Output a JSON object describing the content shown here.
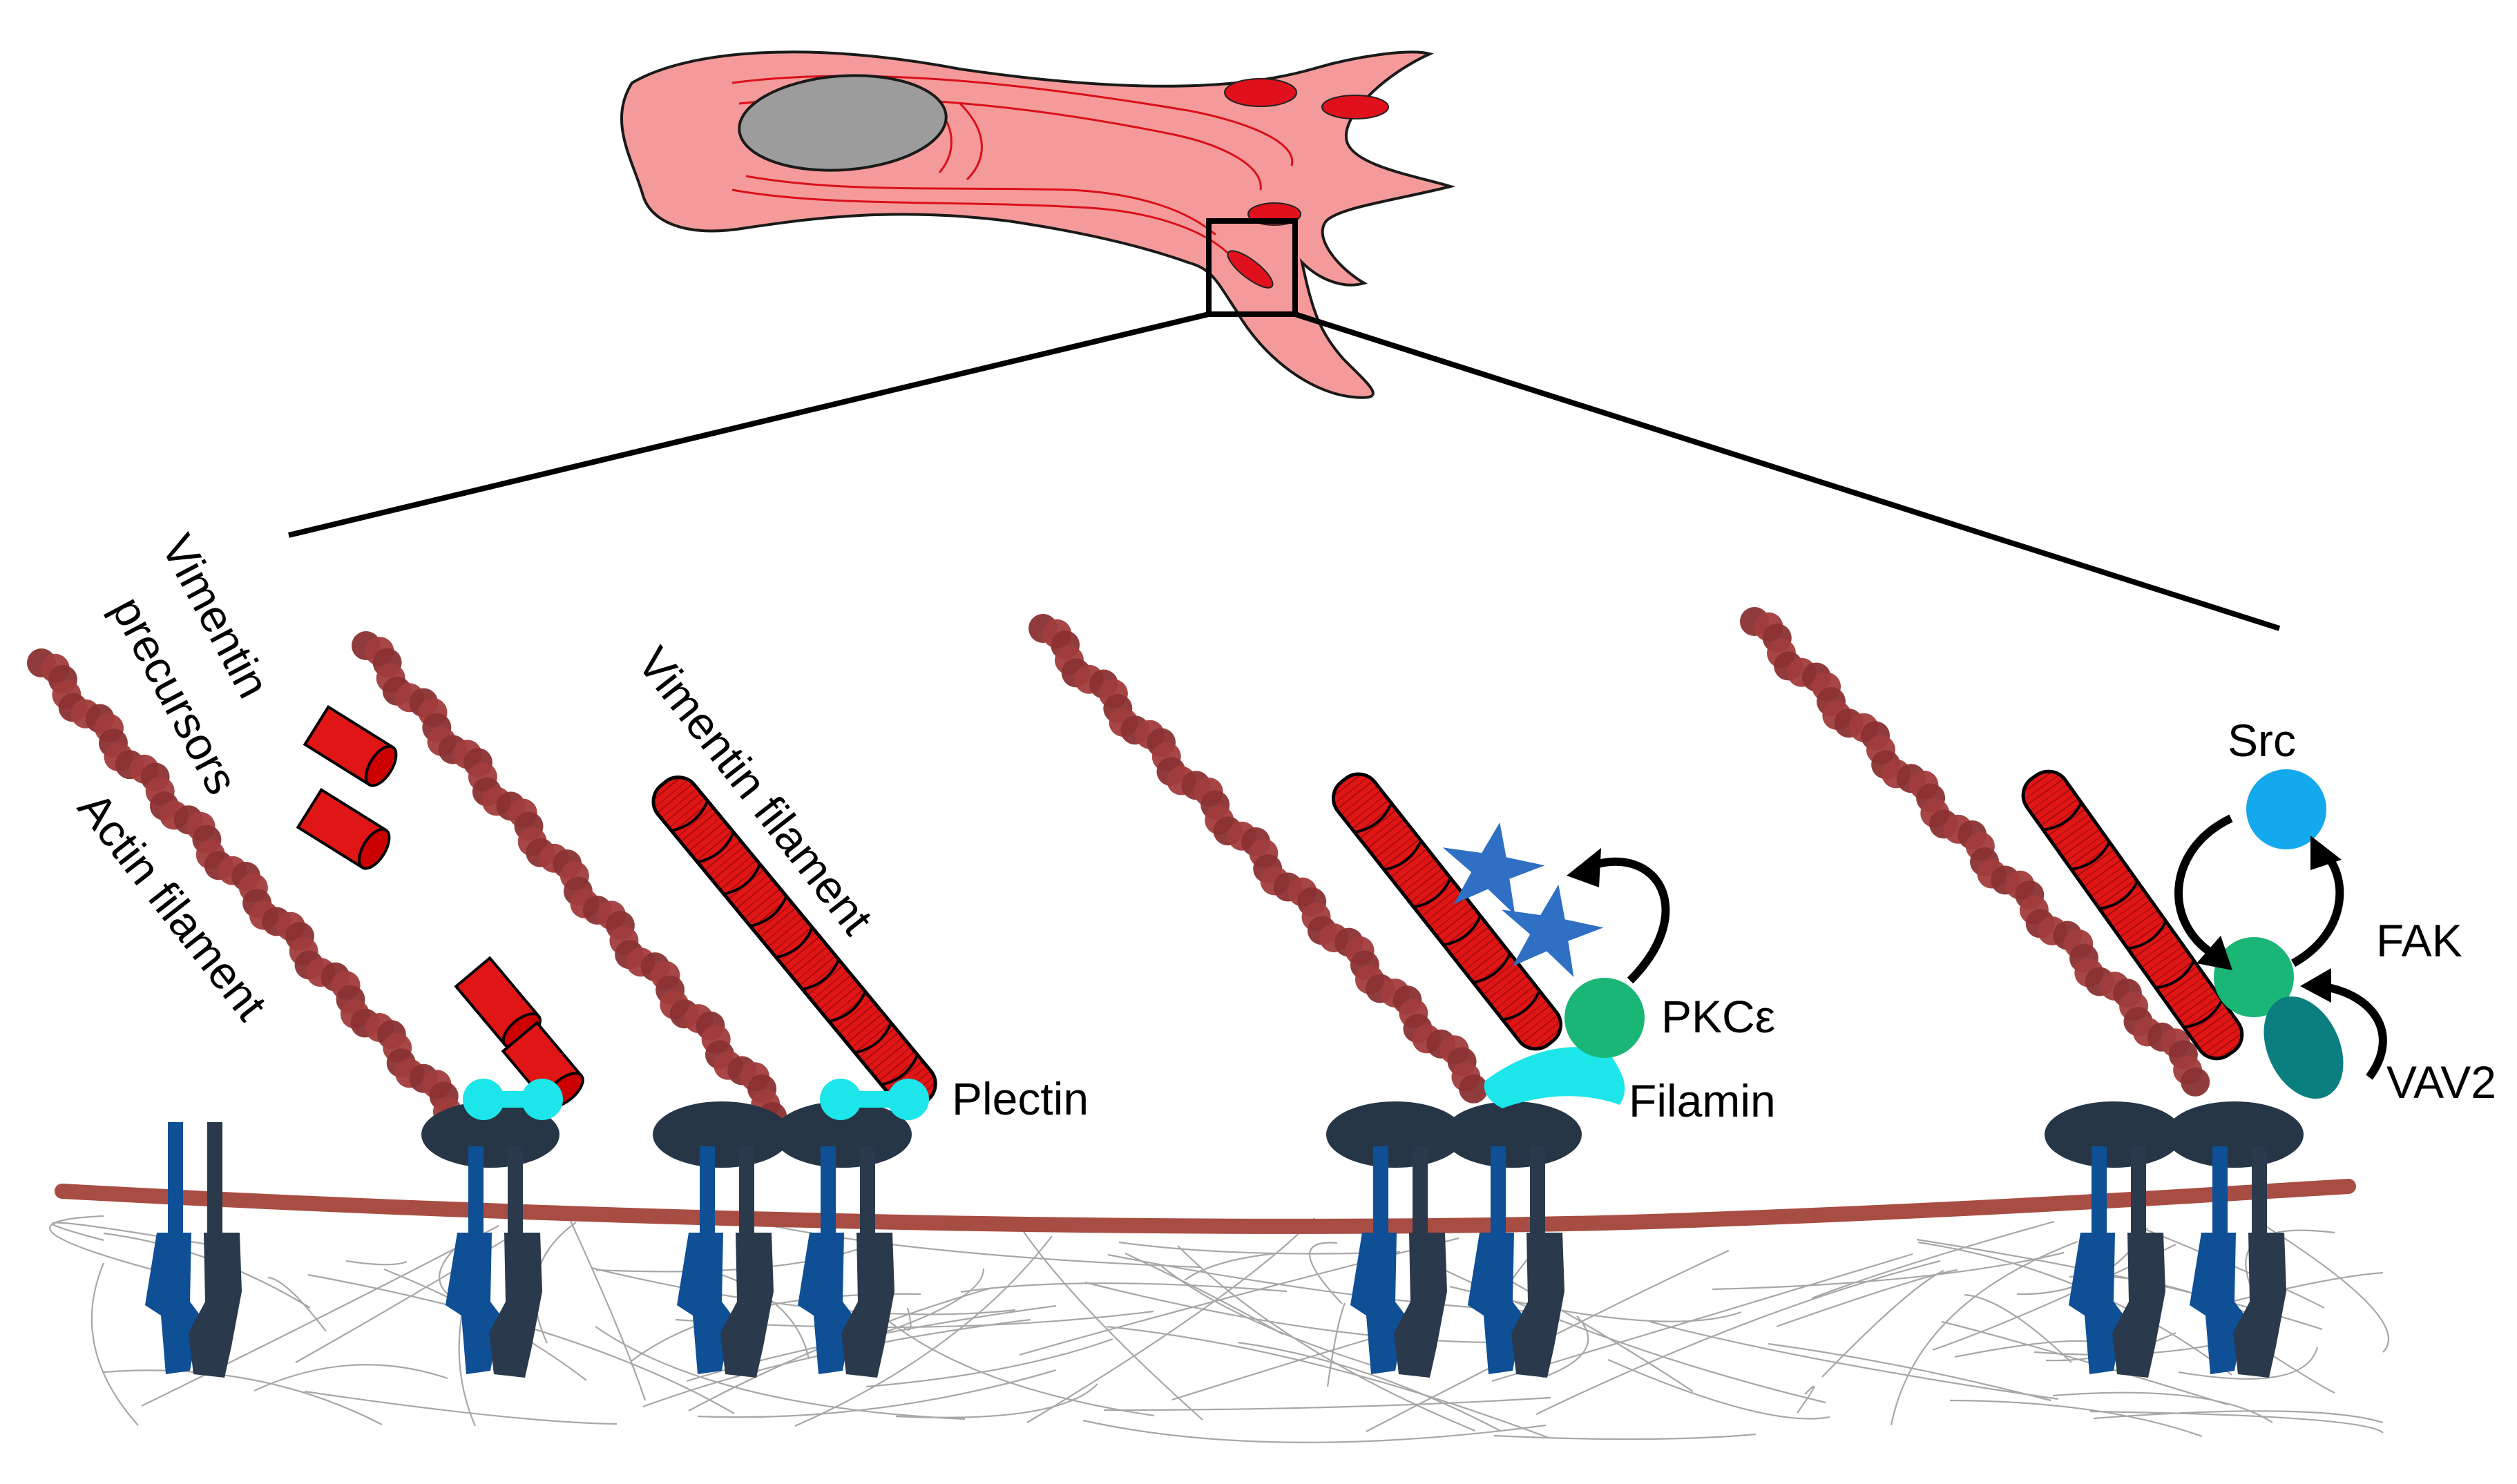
{
  "labels": {
    "vimentin_precursors_line1": "Vimentin",
    "vimentin_precursors_line2": "precursors",
    "actin_filament": "Actin filament",
    "vimentin_filament": "Vimentin filament",
    "plectin": "Plectin",
    "pkc": "PKCε",
    "filamin": "Filamin",
    "src": "Src",
    "fak": "FAK",
    "vav2": "VAV2"
  },
  "colors": {
    "cell_body": "#f59a9a",
    "cell_outline": "#1a1a1a",
    "nucleus": "#9c9c9c",
    "organelle": "#e0101c",
    "vimentin": "#e01515",
    "actin": "#a23c3c",
    "actin_dark": "#7a2a2a",
    "integrin_blue": "#0e4f96",
    "integrin_dark": "#2a3a4c",
    "talin_head": "#263646",
    "plectin": "#1ce6ea",
    "pkc": "#19b675",
    "src": "#14a9ec",
    "fak": "#19b675",
    "vav2": "#0b7f7f",
    "phospho_star": "#2f6fc4",
    "membrane": "#a84d43"
  }
}
